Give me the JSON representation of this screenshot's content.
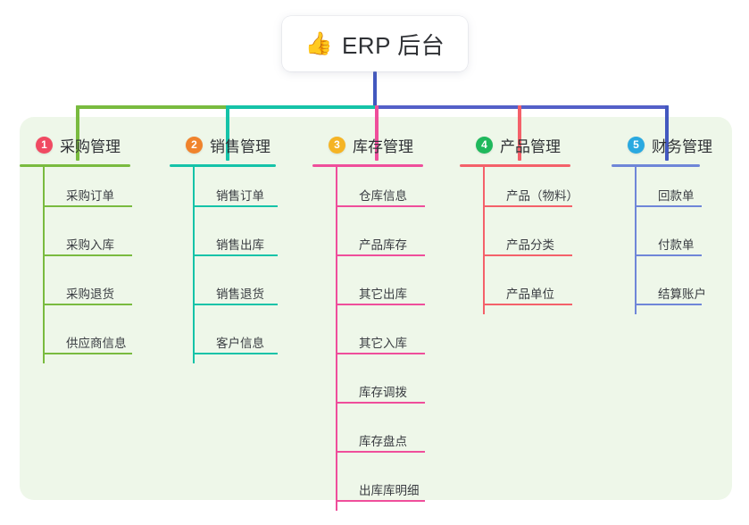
{
  "root": {
    "emoji": "👍",
    "emoji_name": "thumbs-up-icon",
    "title": "ERP 后台"
  },
  "panel": {
    "background": "#eef7e9"
  },
  "connector_colors": {
    "stem": "#4258bf",
    "segment_green": "#79bb3f",
    "segment_teal": "#15c3a8",
    "segment_blue": "#5460c8",
    "drop_1": "#79bb3f",
    "drop_2": "#15c3a8",
    "drop_3": "#ef4e9b",
    "drop_4": "#f4616a",
    "drop_5": "#4258bf"
  },
  "columns": [
    {
      "number": "1",
      "title": "采购管理",
      "badge_color": "#f04a62",
      "line_color": "#79bb3f",
      "items": [
        "采购订单",
        "采购入库",
        "采购退货",
        "供应商信息"
      ]
    },
    {
      "number": "2",
      "title": "销售管理",
      "badge_color": "#f0832c",
      "line_color": "#15c3a8",
      "items": [
        "销售订单",
        "销售出库",
        "销售退货",
        "客户信息"
      ]
    },
    {
      "number": "3",
      "title": "库存管理",
      "badge_color": "#f5b425",
      "line_color": "#ef4e9b",
      "items": [
        "仓库信息",
        "产品库存",
        "其它出库",
        "其它入库",
        "库存调拨",
        "库存盘点",
        "出库库明细"
      ]
    },
    {
      "number": "4",
      "title": "产品管理",
      "badge_color": "#1fb85c",
      "line_color": "#f4616a",
      "items": [
        "产品（物料）",
        "产品分类",
        "产品单位"
      ]
    },
    {
      "number": "5",
      "title": "财务管理",
      "badge_color": "#2aa9e0",
      "line_color": "#6f86d8",
      "items": [
        "回款单",
        "付款单",
        "结算账户"
      ]
    }
  ]
}
